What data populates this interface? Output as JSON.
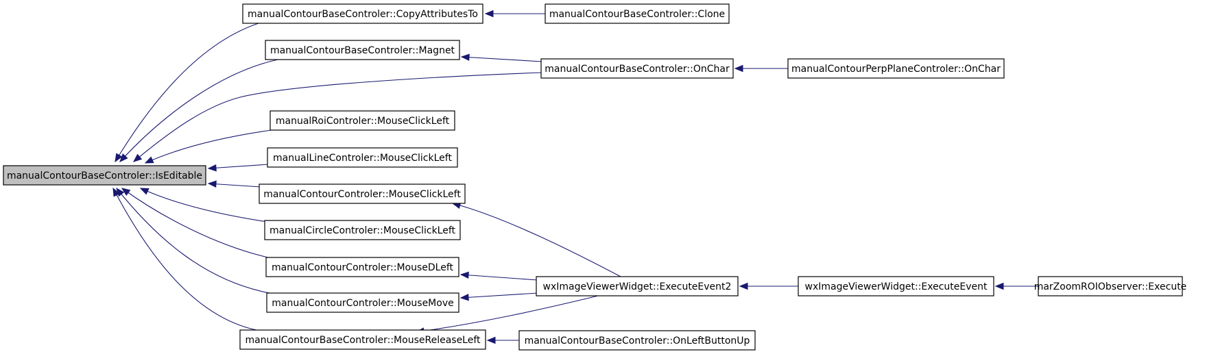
{
  "root": "manualContourBaseControler::IsEditable",
  "nodes": [
    {
      "id": "isEditable",
      "label": "manualContourBaseControler::IsEditable",
      "root": true
    },
    {
      "id": "copyAttributesTo",
      "label": "manualContourBaseControler::CopyAttributesTo"
    },
    {
      "id": "magnet",
      "label": "manualContourBaseControler::Magnet"
    },
    {
      "id": "roiMouseClickLeft",
      "label": "manualRoiControler::MouseClickLeft"
    },
    {
      "id": "lineMouseClickLeft",
      "label": "manualLineControler::MouseClickLeft"
    },
    {
      "id": "contourMouseClickLeft",
      "label": "manualContourControler::MouseClickLeft"
    },
    {
      "id": "circleMouseClickLeft",
      "label": "manualCircleControler::MouseClickLeft"
    },
    {
      "id": "mouseDLeft",
      "label": "manualContourControler::MouseDLeft"
    },
    {
      "id": "mouseMove",
      "label": "manualContourControler::MouseMove"
    },
    {
      "id": "mouseReleaseLeft",
      "label": "manualContourBaseControler::MouseReleaseLeft"
    },
    {
      "id": "clone",
      "label": "manualContourBaseControler::Clone"
    },
    {
      "id": "onChar",
      "label": "manualContourBaseControler::OnChar"
    },
    {
      "id": "executeEvent2",
      "label": "wxImageViewerWidget::ExecuteEvent2"
    },
    {
      "id": "onLeftButtonUp",
      "label": "manualContourBaseControler::OnLeftButtonUp"
    },
    {
      "id": "perpOnChar",
      "label": "manualContourPerpPlaneControler::OnChar"
    },
    {
      "id": "executeEvent",
      "label": "wxImageViewerWidget::ExecuteEvent"
    },
    {
      "id": "zoomExecute",
      "label": "marZoomROIObserver::Execute"
    }
  ],
  "edges": [
    {
      "from": "copyAttributesTo",
      "to": "isEditable"
    },
    {
      "from": "magnet",
      "to": "isEditable"
    },
    {
      "from": "onChar",
      "to": "isEditable"
    },
    {
      "from": "roiMouseClickLeft",
      "to": "isEditable"
    },
    {
      "from": "lineMouseClickLeft",
      "to": "isEditable"
    },
    {
      "from": "contourMouseClickLeft",
      "to": "isEditable"
    },
    {
      "from": "circleMouseClickLeft",
      "to": "isEditable"
    },
    {
      "from": "mouseDLeft",
      "to": "isEditable"
    },
    {
      "from": "mouseMove",
      "to": "isEditable"
    },
    {
      "from": "mouseReleaseLeft",
      "to": "isEditable"
    },
    {
      "from": "clone",
      "to": "copyAttributesTo"
    },
    {
      "from": "onChar",
      "to": "magnet"
    },
    {
      "from": "perpOnChar",
      "to": "onChar"
    },
    {
      "from": "executeEvent2",
      "to": "contourMouseClickLeft"
    },
    {
      "from": "executeEvent2",
      "to": "mouseDLeft"
    },
    {
      "from": "executeEvent2",
      "to": "mouseMove"
    },
    {
      "from": "executeEvent2",
      "to": "mouseReleaseLeft"
    },
    {
      "from": "onLeftButtonUp",
      "to": "mouseReleaseLeft"
    },
    {
      "from": "executeEvent",
      "to": "executeEvent2"
    },
    {
      "from": "zoomExecute",
      "to": "executeEvent"
    }
  ]
}
